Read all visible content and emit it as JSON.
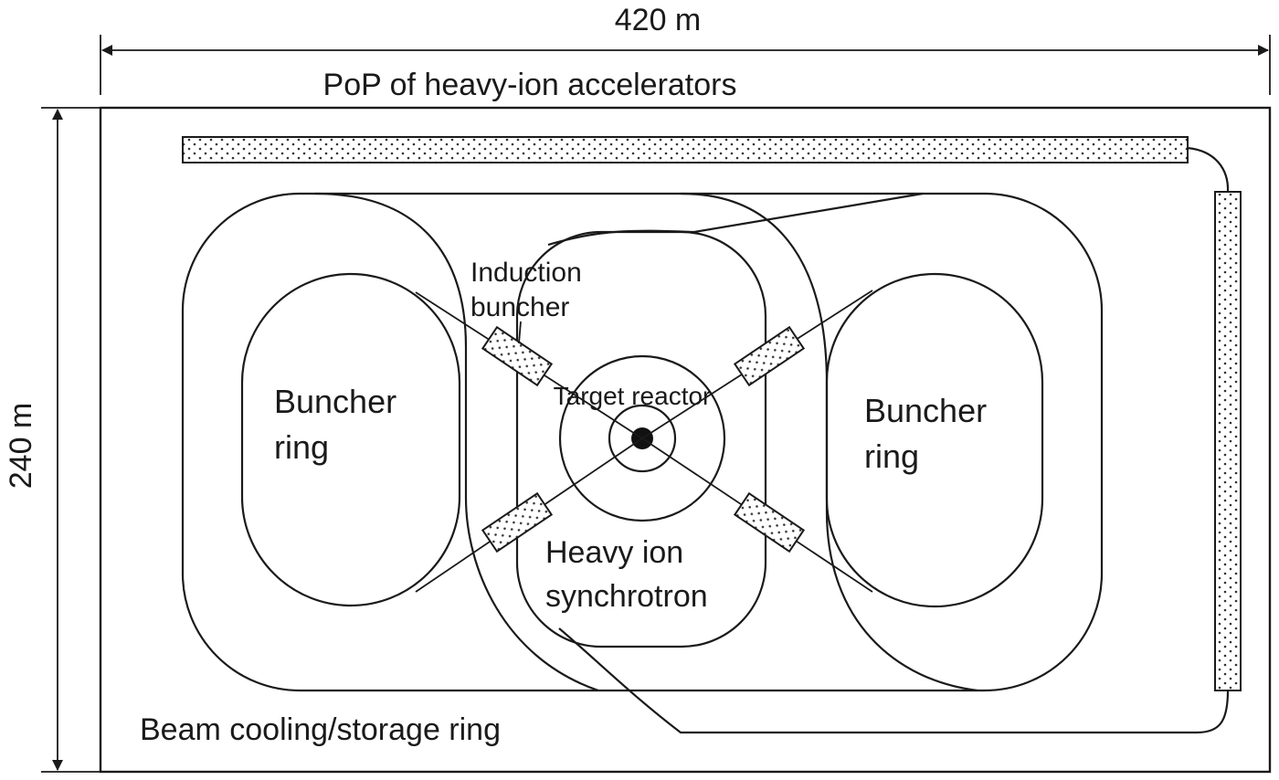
{
  "dimensions": {
    "width_label": "420 m",
    "height_label": "240 m"
  },
  "labels": {
    "pop": "PoP of heavy-ion accelerators",
    "induction_buncher_line1": "Induction",
    "induction_buncher_line2": "buncher",
    "target_reactor": "Target reactor",
    "buncher_ring_left_line1": "Buncher",
    "buncher_ring_left_line2": "ring",
    "buncher_ring_right_line1": "Buncher",
    "buncher_ring_right_line2": "ring",
    "synchrotron_line1": "Heavy ion",
    "synchrotron_line2": "synchrotron",
    "cooling_ring": "Beam cooling/storage ring"
  }
}
